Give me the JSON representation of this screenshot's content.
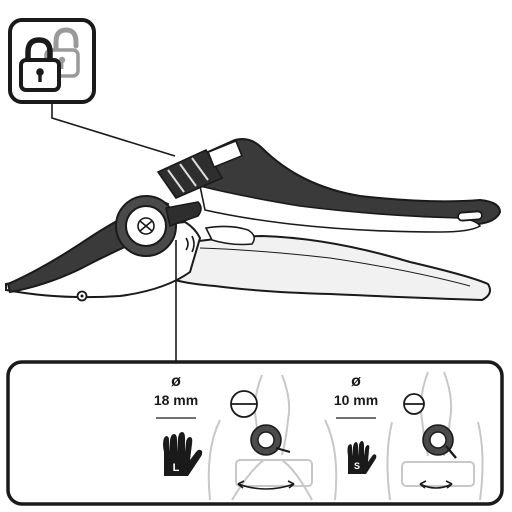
{
  "diagram": {
    "lock_panel": {
      "icons": [
        "padlock-closed-icon",
        "padlock-open-icon"
      ]
    },
    "settings": [
      {
        "diameter_symbol": "ø",
        "opening": "18 mm",
        "glove_size": "L"
      },
      {
        "diameter_symbol": "ø",
        "opening": "10 mm",
        "glove_size": "S"
      }
    ],
    "colors": {
      "ink": "#1a1a1a",
      "dark_grip": "#3a3a3a",
      "faint": "#c8c8c8"
    }
  }
}
